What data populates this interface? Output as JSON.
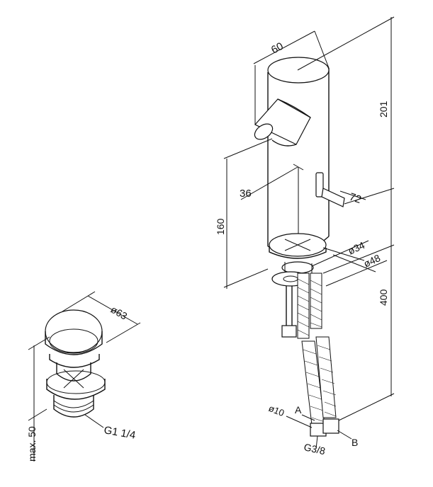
{
  "dimensions": {
    "waste_cap_diameter": "ø63",
    "waste_height": "max. 50",
    "waste_thread": "G1 1/4",
    "spout_width": "60",
    "total_height": "201",
    "spout_projection": "36",
    "lever_dim": "72",
    "body_height": "160",
    "base_diameter_inner": "ø34",
    "base_diameter_outer": "ø48",
    "hose_length": "400",
    "hose_diameter": "ø10",
    "hose_thread": "G3/8"
  },
  "labels": {
    "hose_a": "A",
    "hose_b": "B"
  }
}
